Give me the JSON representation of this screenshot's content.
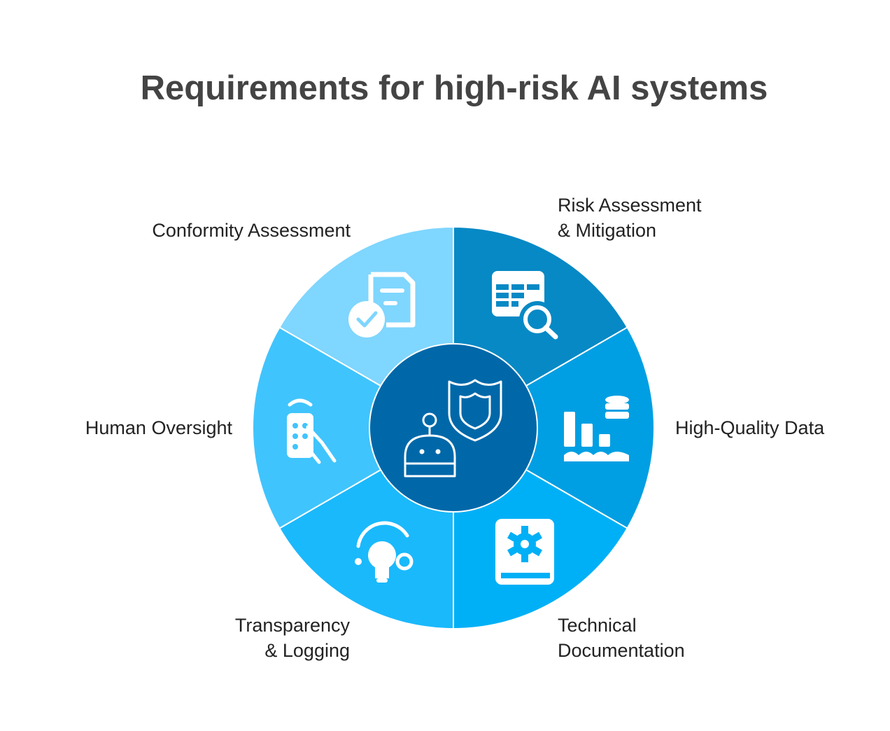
{
  "title": "Requirements for high-risk AI systems",
  "segments": [
    {
      "label": "Risk Assessment\n& Mitigation",
      "color": "#0789c5",
      "icon": "table-search-icon"
    },
    {
      "label": "High-Quality Data",
      "color": "#009fe3",
      "icon": "data-chart-icon"
    },
    {
      "label": "Technical\nDocumentation",
      "color": "#00b0f6",
      "icon": "gear-book-icon"
    },
    {
      "label": "Transparency\n& Logging",
      "color": "#1ab9fc",
      "icon": "lightbulb-icon"
    },
    {
      "label": "Human Oversight",
      "color": "#40c4fd",
      "icon": "remote-hand-icon"
    },
    {
      "label": "Conformity Assessment",
      "color": "#7fd6fe",
      "icon": "document-check-icon"
    }
  ],
  "center": {
    "color": "#0068a9",
    "icon": "robot-shield-icon"
  }
}
